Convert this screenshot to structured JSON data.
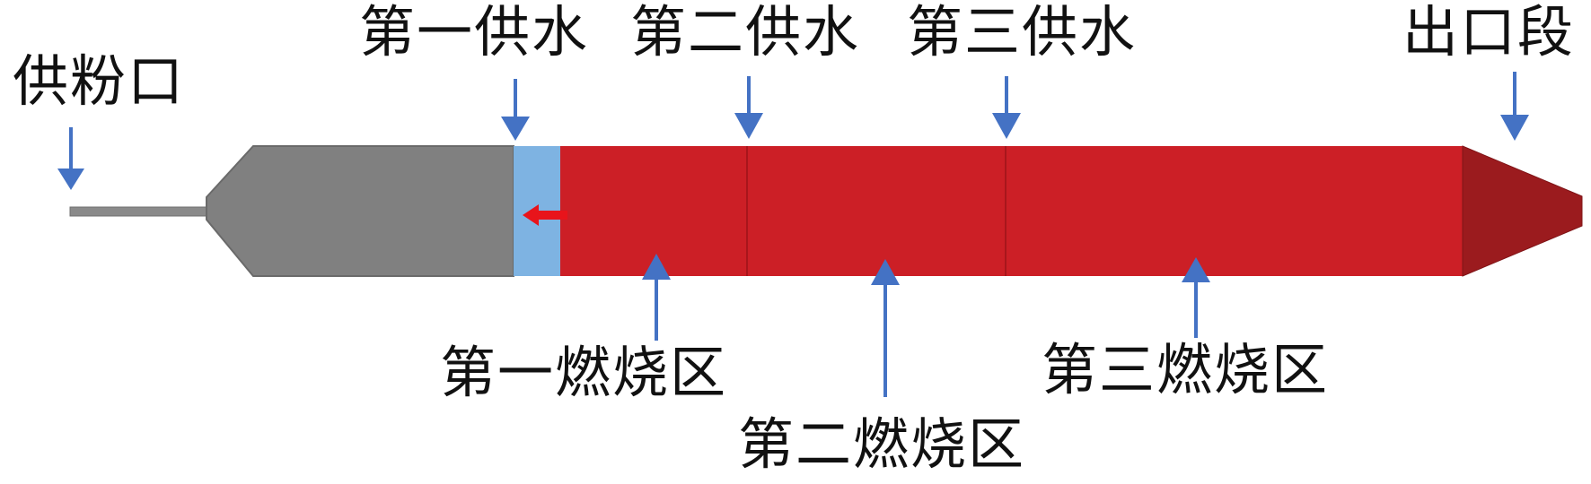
{
  "labels": {
    "powder_inlet": "供粉口",
    "water_supply_1": "第一供水",
    "water_supply_2": "第二供水",
    "water_supply_3": "第三供水",
    "outlet_section": "出口段",
    "combustion_zone_1": "第一燃烧区",
    "combustion_zone_2": "第二燃烧区",
    "combustion_zone_3": "第三燃烧区"
  },
  "colors": {
    "feed_tube": "#8a8a8a",
    "powder_chamber": "#808080",
    "water_band": "#7eb3e2",
    "combustion_zone": "#cc1f26",
    "zone_divider": "#a8161c",
    "outlet_nozzle": "#9b1b1e",
    "arrow": "#4472c4",
    "flow_arrow": "#e8141b"
  },
  "icons": {
    "flow_direction": "left-arrow-icon"
  }
}
